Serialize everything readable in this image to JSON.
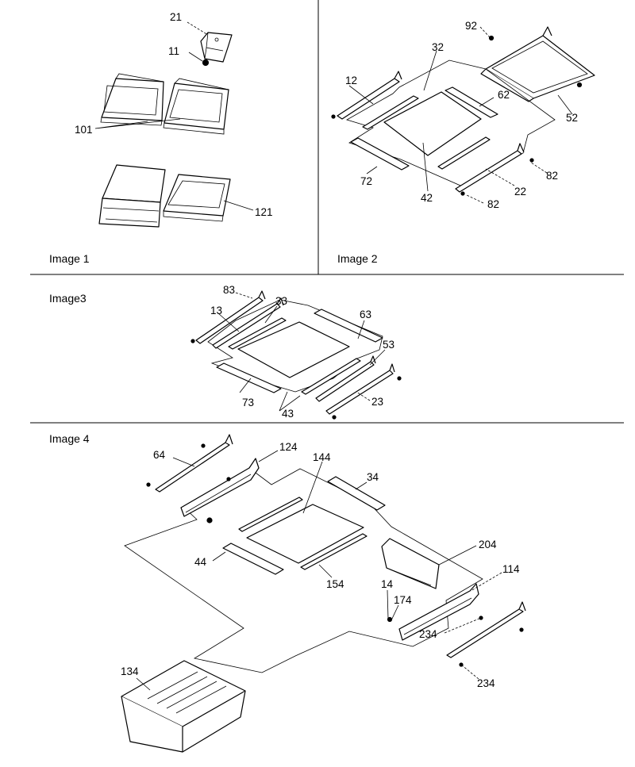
{
  "panels": {
    "p1": {
      "caption": "Image 1"
    },
    "p2": {
      "caption": "Image 2"
    },
    "p3": {
      "caption": "Image3"
    },
    "p4": {
      "caption": "Image 4"
    }
  },
  "callouts": {
    "c21": "21",
    "c11": "11",
    "c101": "101",
    "c121": "121",
    "c92": "92",
    "c32": "32",
    "c12": "12",
    "c62": "62",
    "c52": "52",
    "c82a": "82",
    "c72": "72",
    "c42": "42",
    "c22": "22",
    "c82b": "82",
    "c83": "83",
    "c33": "33",
    "c13": "13",
    "c63": "63",
    "c53": "53",
    "c73": "73",
    "c43": "43",
    "c23": "23",
    "c64": "64",
    "c124": "124",
    "c144": "144",
    "c34": "34",
    "c204": "204",
    "c44": "44",
    "c154": "154",
    "c114": "114",
    "c14": "14",
    "c174": "174",
    "c234a": "234",
    "c134": "134",
    "c234b": "234"
  }
}
